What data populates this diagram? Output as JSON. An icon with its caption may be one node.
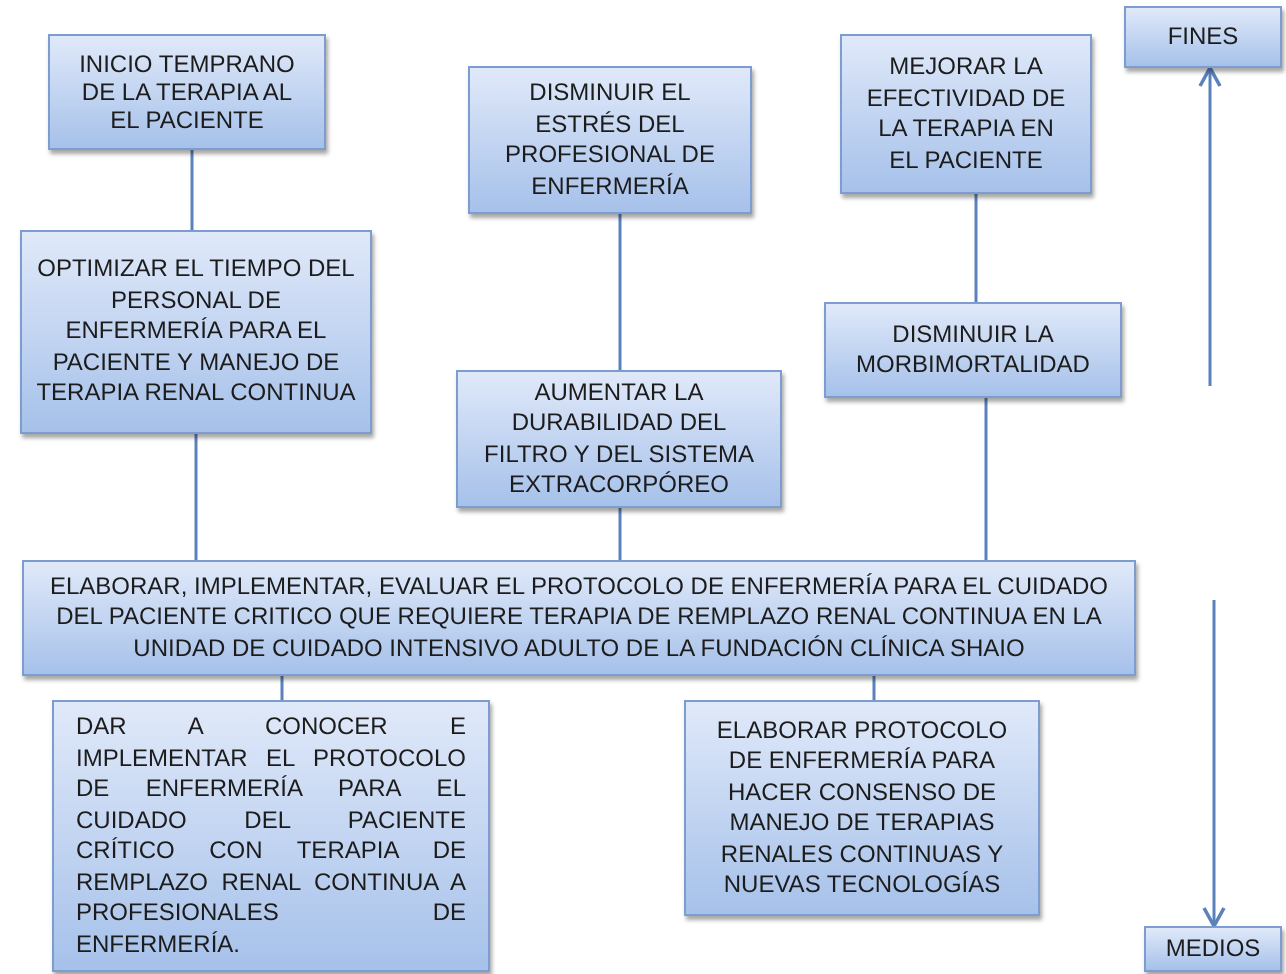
{
  "diagram": {
    "nodes": [
      {
        "text": [
          "INICIO TEMPRANO DE LA TERAPIA AL EL PACIENTE"
        ]
      },
      {
        "text": [
          "DISMINUIR EL ESTRÉS DEL PROFESIONAL DE ENFERMERÍA"
        ]
      },
      {
        "text": [
          "MEJORAR LA EFECTIVIDAD DE LA TERAPIA EN EL PACIENTE"
        ]
      },
      {
        "text": [
          "FINES"
        ]
      },
      {
        "text": [
          "OPTIMIZAR EL TIEMPO DEL PERSONAL DE ENFERMERÍA PARA EL PACIENTE Y MANEJO DE TERAPIA RENAL CONTINUA"
        ]
      },
      {
        "text": [
          "DISMINUIR LA MORBIMORTALIDAD"
        ]
      },
      {
        "text": [
          "AUMENTAR LA DURABILIDAD DEL FILTRO Y DEL SISTEMA EXTRACORPÓREO"
        ]
      },
      {
        "text": [
          "ELABORAR, IMPLEMENTAR, EVALUAR EL PROTOCOLO DE ENFERMERÍA PARA EL CUIDADO DEL PACIENTE CRITICO QUE REQUIERE TERAPIA DE REMPLAZO RENAL CONTINUA EN LA UNIDAD DE CUIDADO INTENSIVO ADULTO DE LA FUNDACIÓN CLÍNICA SHAIO"
        ]
      },
      {
        "text": [
          "DAR A CONOCER E IMPLEMENTAR EL PROTOCOLO DE ENFERMERÍA PARA EL CUIDADO DEL PACIENTE CRÍTICO CON TERAPIA DE REMPLAZO RENAL CONTINUA A PROFESIONALES DE ENFERMERÍA."
        ]
      },
      {
        "text": [
          "ELABORAR PROTOCOLO DE ENFERMERÍA PARA HACER CONSENSO DE MANEJO DE TERAPIAS RENALES CONTINUAS Y NUEVAS TECNOLOGÍAS"
        ]
      },
      {
        "text": [
          "MEDIOS"
        ]
      }
    ],
    "edges": [
      {
        "from": 0,
        "to": 4,
        "arrow": "none"
      },
      {
        "from": 1,
        "to": 6,
        "arrow": "none"
      },
      {
        "from": 2,
        "to": 5,
        "arrow": "none"
      },
      {
        "from": 4,
        "to": 7,
        "arrow": "none"
      },
      {
        "from": 6,
        "to": 7,
        "arrow": "none"
      },
      {
        "from": 5,
        "to": 7,
        "arrow": "none"
      },
      {
        "from": 7,
        "to": 8,
        "arrow": "none"
      },
      {
        "from": 7,
        "to": 9,
        "arrow": "none"
      },
      {
        "from": null,
        "to": 3,
        "arrow": "to"
      },
      {
        "from": null,
        "to": 10,
        "arrow": "to"
      }
    ]
  }
}
